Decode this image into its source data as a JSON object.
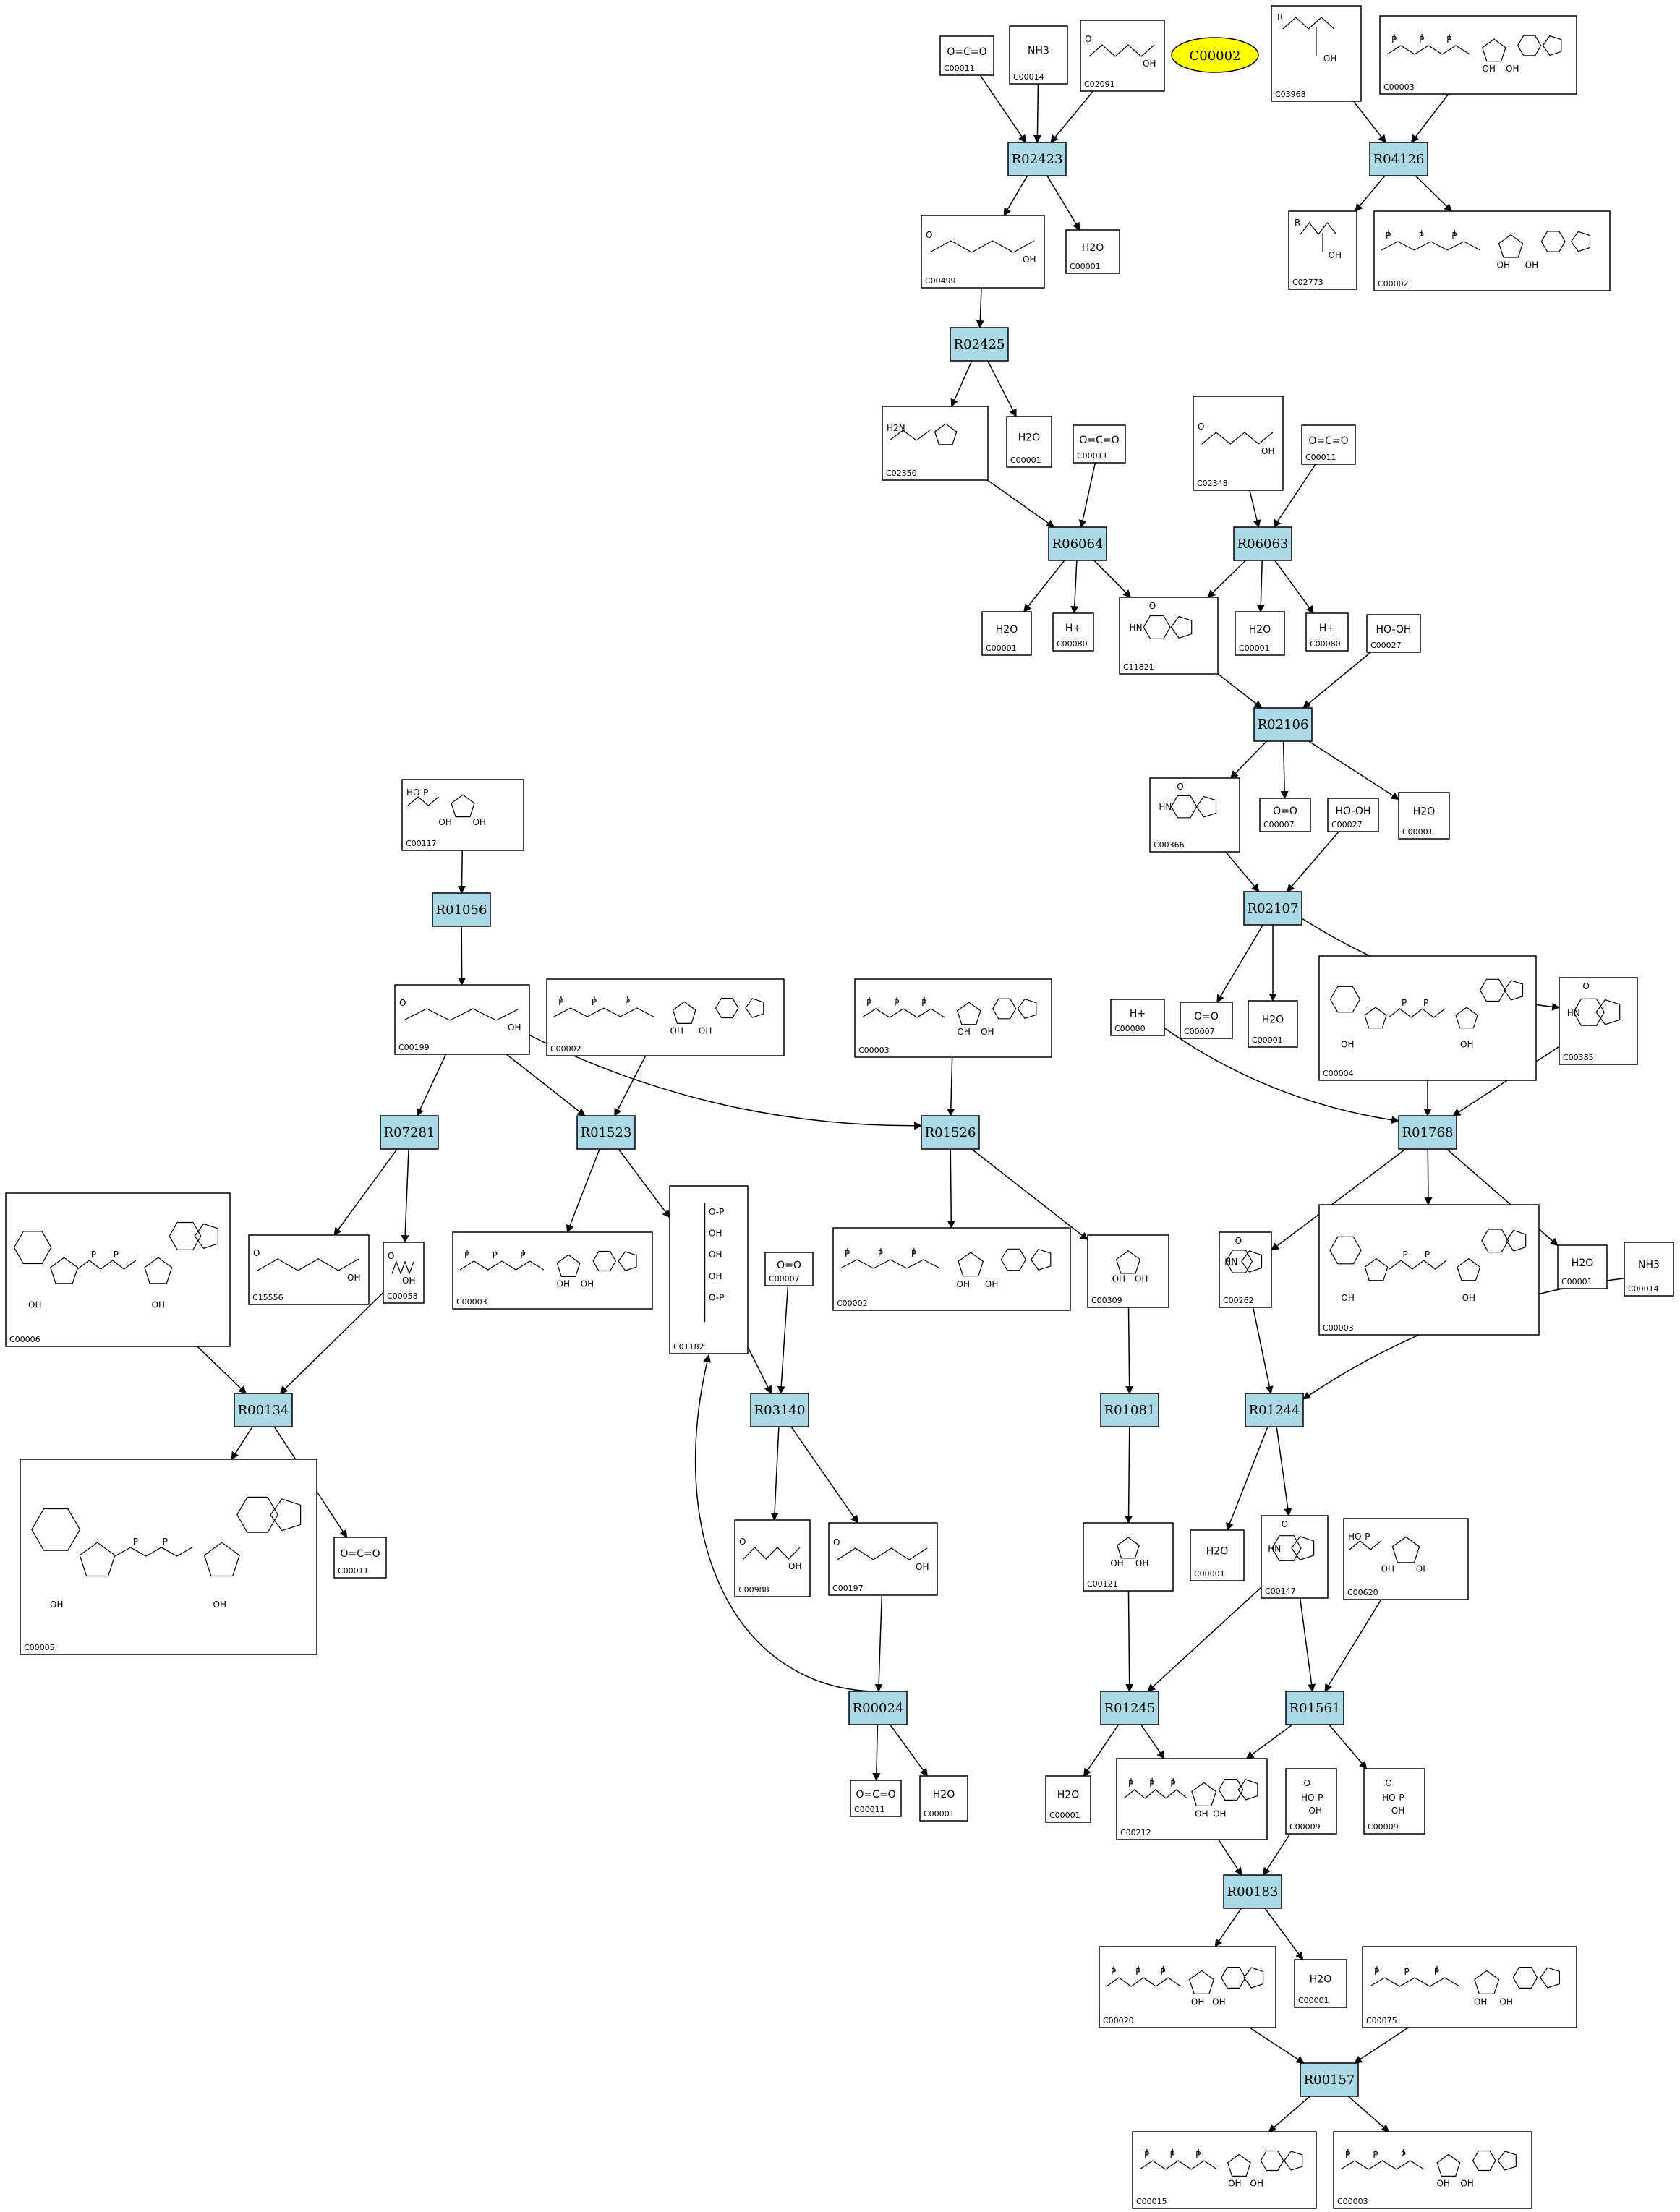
{
  "highlight": {
    "label": "C00002",
    "fill": "#ffff00"
  },
  "colors": {
    "reaction_fill": "#add8e6",
    "compound_fill": "#ffffff",
    "edge": "#000000"
  },
  "reactions": [
    {
      "id": "R02423",
      "label": "R02423"
    },
    {
      "id": "R04126",
      "label": "R04126"
    },
    {
      "id": "R02425",
      "label": "R02425"
    },
    {
      "id": "R06064",
      "label": "R06064"
    },
    {
      "id": "R06063",
      "label": "R06063"
    },
    {
      "id": "R02106",
      "label": "R02106"
    },
    {
      "id": "R02107",
      "label": "R02107"
    },
    {
      "id": "R01056",
      "label": "R01056"
    },
    {
      "id": "R07281",
      "label": "R07281"
    },
    {
      "id": "R01523",
      "label": "R01523"
    },
    {
      "id": "R01526",
      "label": "R01526"
    },
    {
      "id": "R01768",
      "label": "R01768"
    },
    {
      "id": "R00134",
      "label": "R00134"
    },
    {
      "id": "R03140",
      "label": "R03140"
    },
    {
      "id": "R01081",
      "label": "R01081"
    },
    {
      "id": "R01244",
      "label": "R01244"
    },
    {
      "id": "R00024",
      "label": "R00024"
    },
    {
      "id": "R01245",
      "label": "R01245"
    },
    {
      "id": "R01561",
      "label": "R01561"
    },
    {
      "id": "R00183",
      "label": "R00183"
    },
    {
      "id": "R00157",
      "label": "R00157"
    }
  ],
  "compounds": [
    {
      "id": "a1",
      "label": "C00011",
      "formula": "O=C=O"
    },
    {
      "id": "a2",
      "label": "C00014",
      "formula": "NH3"
    },
    {
      "id": "a3",
      "label": "C02091"
    },
    {
      "id": "a4",
      "label": "C03968"
    },
    {
      "id": "a5",
      "label": "C00003"
    },
    {
      "id": "a6",
      "label": "C00499"
    },
    {
      "id": "a7",
      "label": "C00001",
      "formula": "H2O"
    },
    {
      "id": "a8",
      "label": "C02773"
    },
    {
      "id": "a9",
      "label": "C00002"
    },
    {
      "id": "a10",
      "label": "C02350"
    },
    {
      "id": "a11",
      "label": "C00001",
      "formula": "H2O"
    },
    {
      "id": "a12",
      "label": "C00011",
      "formula": "O=C=O"
    },
    {
      "id": "a13",
      "label": "C02348"
    },
    {
      "id": "a14",
      "label": "C00011",
      "formula": "O=C=O"
    },
    {
      "id": "a15",
      "label": "C00001",
      "formula": "H2O"
    },
    {
      "id": "a16",
      "label": "C00080",
      "formula": "H+"
    },
    {
      "id": "a17",
      "label": "C11821"
    },
    {
      "id": "a18",
      "label": "C00001",
      "formula": "H2O"
    },
    {
      "id": "a19",
      "label": "C00080",
      "formula": "H+"
    },
    {
      "id": "a20",
      "label": "C00027",
      "formula": "HO-OH"
    },
    {
      "id": "a21",
      "label": "C00366"
    },
    {
      "id": "a22",
      "label": "C00007",
      "formula": "O=O"
    },
    {
      "id": "a23",
      "label": "C00027",
      "formula": "HO-OH"
    },
    {
      "id": "a24",
      "label": "C00001",
      "formula": "H2O"
    },
    {
      "id": "a25",
      "label": "C00117"
    },
    {
      "id": "a26",
      "label": "C00199"
    },
    {
      "id": "a27",
      "label": "C00002"
    },
    {
      "id": "a28",
      "label": "C00003"
    },
    {
      "id": "a29",
      "label": "C00080",
      "formula": "H+"
    },
    {
      "id": "a30",
      "label": "C00007",
      "formula": "O=O"
    },
    {
      "id": "a31",
      "label": "C00001",
      "formula": "H2O"
    },
    {
      "id": "a32",
      "label": "C00004"
    },
    {
      "id": "a33",
      "label": "C00385"
    },
    {
      "id": "a34",
      "label": "C00006"
    },
    {
      "id": "a35",
      "label": "C15556"
    },
    {
      "id": "a36",
      "label": "C00058"
    },
    {
      "id": "a37",
      "label": "C00003"
    },
    {
      "id": "a38",
      "label": "C01182"
    },
    {
      "id": "a39",
      "label": "C00007",
      "formula": "O=O"
    },
    {
      "id": "a40",
      "label": "C00002"
    },
    {
      "id": "a41",
      "label": "C00309"
    },
    {
      "id": "a42",
      "label": "C00262"
    },
    {
      "id": "a43",
      "label": "C00003"
    },
    {
      "id": "a44",
      "label": "C00001",
      "formula": "H2O"
    },
    {
      "id": "a45",
      "label": "C00014",
      "formula": "NH3"
    },
    {
      "id": "a46",
      "label": "C00005"
    },
    {
      "id": "a47",
      "label": "C00011",
      "formula": "O=C=O"
    },
    {
      "id": "a48",
      "label": "C00988"
    },
    {
      "id": "a49",
      "label": "C00197"
    },
    {
      "id": "a50",
      "label": "C00121"
    },
    {
      "id": "a51",
      "label": "C00001",
      "formula": "H2O"
    },
    {
      "id": "a52",
      "label": "C00147"
    },
    {
      "id": "a53",
      "label": "C00620"
    },
    {
      "id": "a54",
      "label": "C00011",
      "formula": "O=C=O"
    },
    {
      "id": "a55",
      "label": "C00001",
      "formula": "H2O"
    },
    {
      "id": "a56",
      "label": "C00001",
      "formula": "H2O"
    },
    {
      "id": "a57",
      "label": "C00212"
    },
    {
      "id": "a58",
      "label": "C00009"
    },
    {
      "id": "a59",
      "label": "C00009"
    },
    {
      "id": "a60",
      "label": "C00020"
    },
    {
      "id": "a61",
      "label": "C00001",
      "formula": "H2O"
    },
    {
      "id": "a62",
      "label": "C00075"
    },
    {
      "id": "a63",
      "label": "C00015"
    },
    {
      "id": "a64",
      "label": "C00003"
    }
  ]
}
